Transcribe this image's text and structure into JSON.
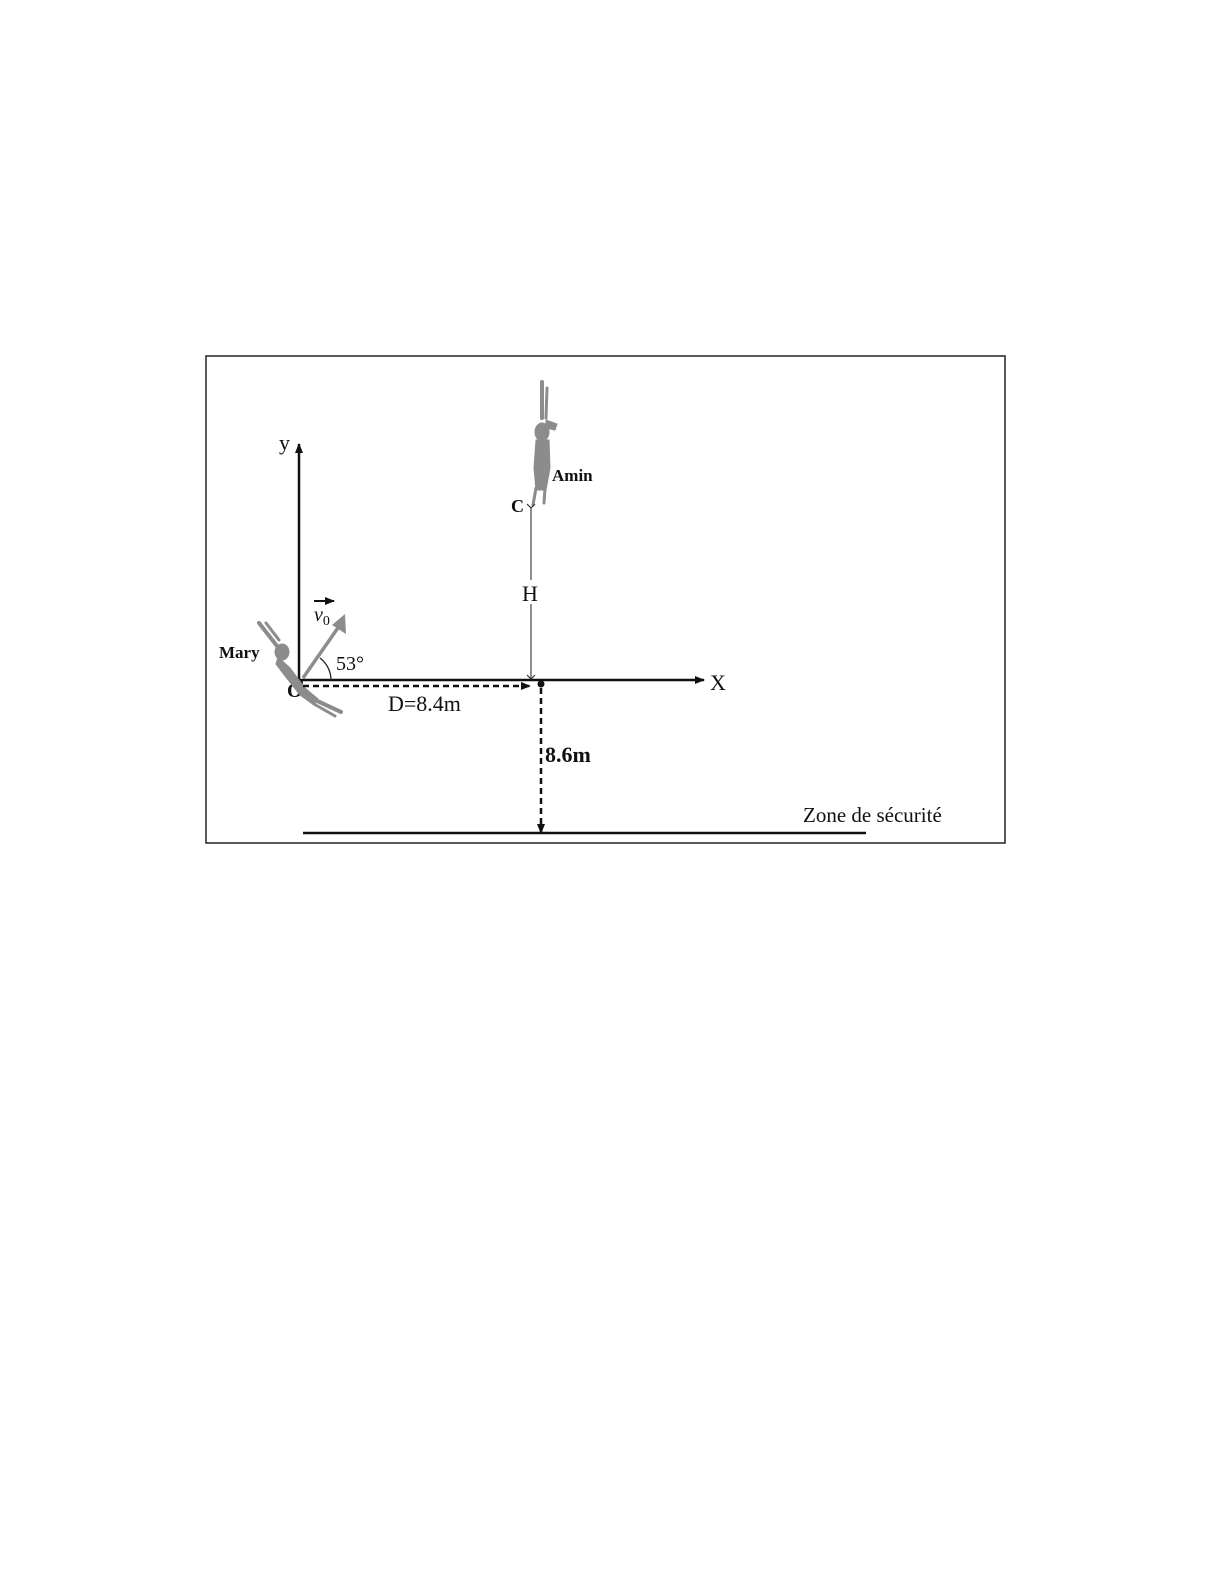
{
  "diagram": {
    "axis_y_label": "y",
    "axis_x_label": "X",
    "origin_label": "O",
    "person_left_label": "Mary",
    "person_right_label": "Amin",
    "point_c_label": "C",
    "height_label": "H",
    "velocity_label": "v",
    "velocity_subscript": "0",
    "angle_label": "53°",
    "distance_label": "D=8.4m",
    "depth_label": "8.6m",
    "ground_label": "Zone de sécurité"
  },
  "colors": {
    "line": "#111111",
    "figure_gray": "#8c8c8c",
    "frame": "#222222"
  }
}
